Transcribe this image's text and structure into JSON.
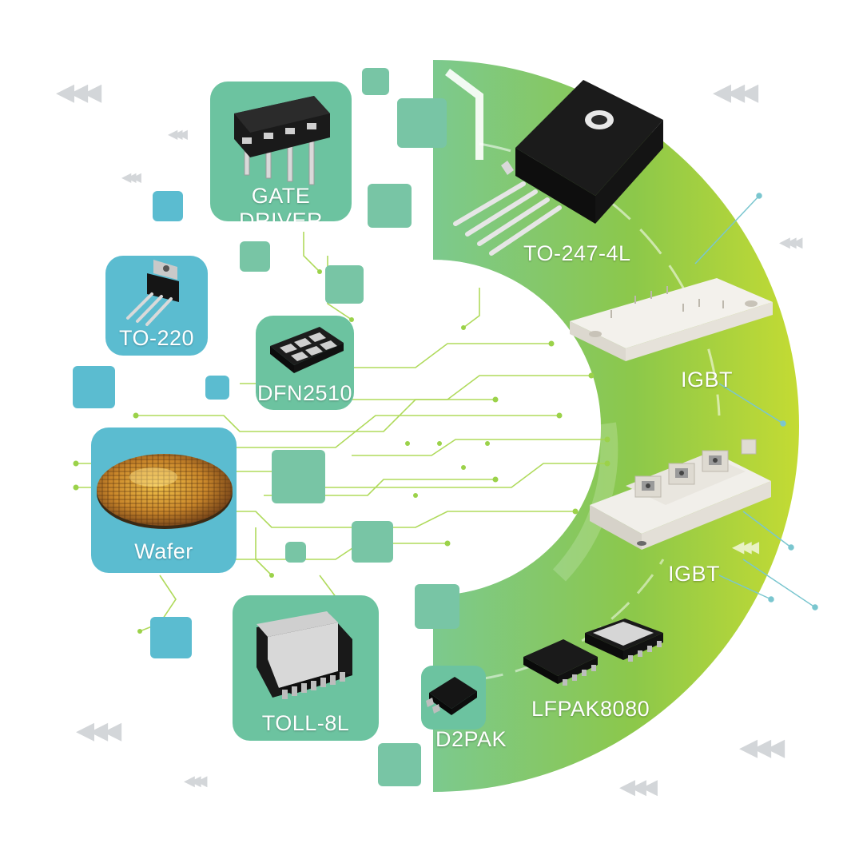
{
  "packages": {
    "gate_driver": "GATE DRIVER",
    "to220": "TO-220",
    "dfn2510": "DFN2510",
    "wafer": "Wafer",
    "toll8l": "TOLL-8L",
    "d2pak": "D2PAK",
    "to247_4l": "TO-247-4L",
    "igbt_top": "IGBT",
    "igbt_bottom": "IGBT",
    "lfpak8080": "LFPAK8080"
  },
  "colors": {
    "tile_green": "#6cc3a0",
    "tile_blue": "#5bbcd0",
    "arc_green": "#8cc63f",
    "arc_light": "#c9e26b",
    "circuit": "#9fd24a",
    "chevron": "#d3d6d9"
  },
  "decorations": {
    "chevron_icon": "triple-left-chevron"
  }
}
